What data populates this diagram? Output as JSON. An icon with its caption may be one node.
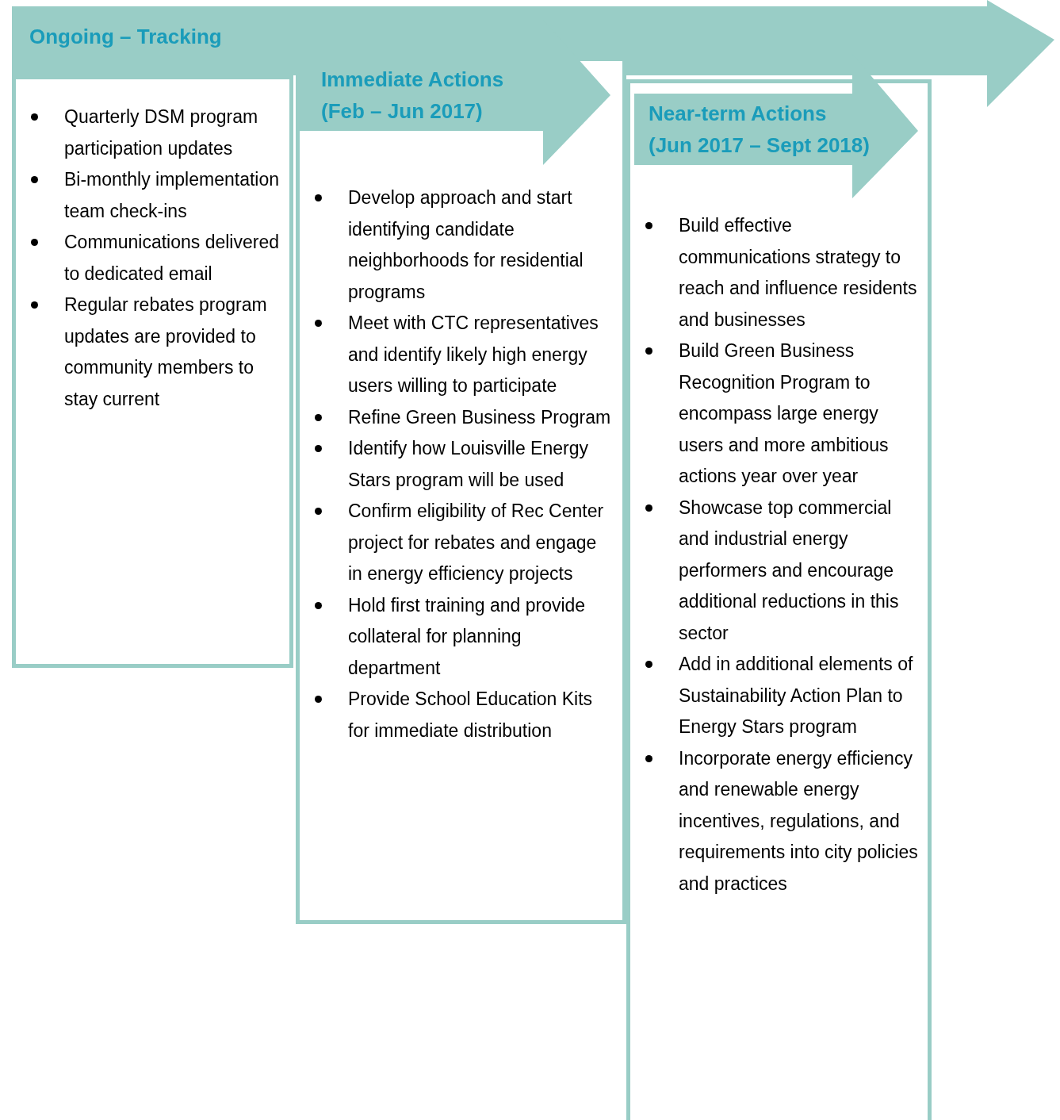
{
  "diagram": {
    "nodes": [
      {
        "text": [
          "Ongoing – Tracking",
          "Quarterly DSM program participation updates",
          "Bi-monthly implementation team check-ins",
          "Communications delivered to dedicated email",
          "Regular rebates program updates are provided to community members to stay current"
        ]
      },
      {
        "text": [
          "Immediate Actions (Feb – Jun 2017)",
          "Develop approach and start identifying candidate neighborhoods for residential programs",
          "Meet with CTC representatives and identify likely high energy users willing to participate",
          "Refine Green Business Program",
          "Identify how Louisville Energy Stars program will be used",
          "Confirm eligibility of Rec Center project for rebates and engage in energy efficiency projects",
          "Hold first training and provide collateral for planning department",
          "Provide School Education Kits for immediate distribution"
        ]
      },
      {
        "text": [
          "Near-term Actions (Jun 2017 – Sept 2018)",
          "Build effective communications strategy to reach and influence residents and businesses",
          "Build Green Business Recognition Program to encompass large energy users and more ambitious actions year over year",
          "Showcase top commercial and industrial energy performers and encourage additional reductions in this sector",
          "Add in additional elements of Sustainability Action Plan to Energy Stars program",
          "Incorporate energy efficiency and renewable energy incentives, regulations, and requirements into city policies and practices"
        ]
      }
    ]
  }
}
